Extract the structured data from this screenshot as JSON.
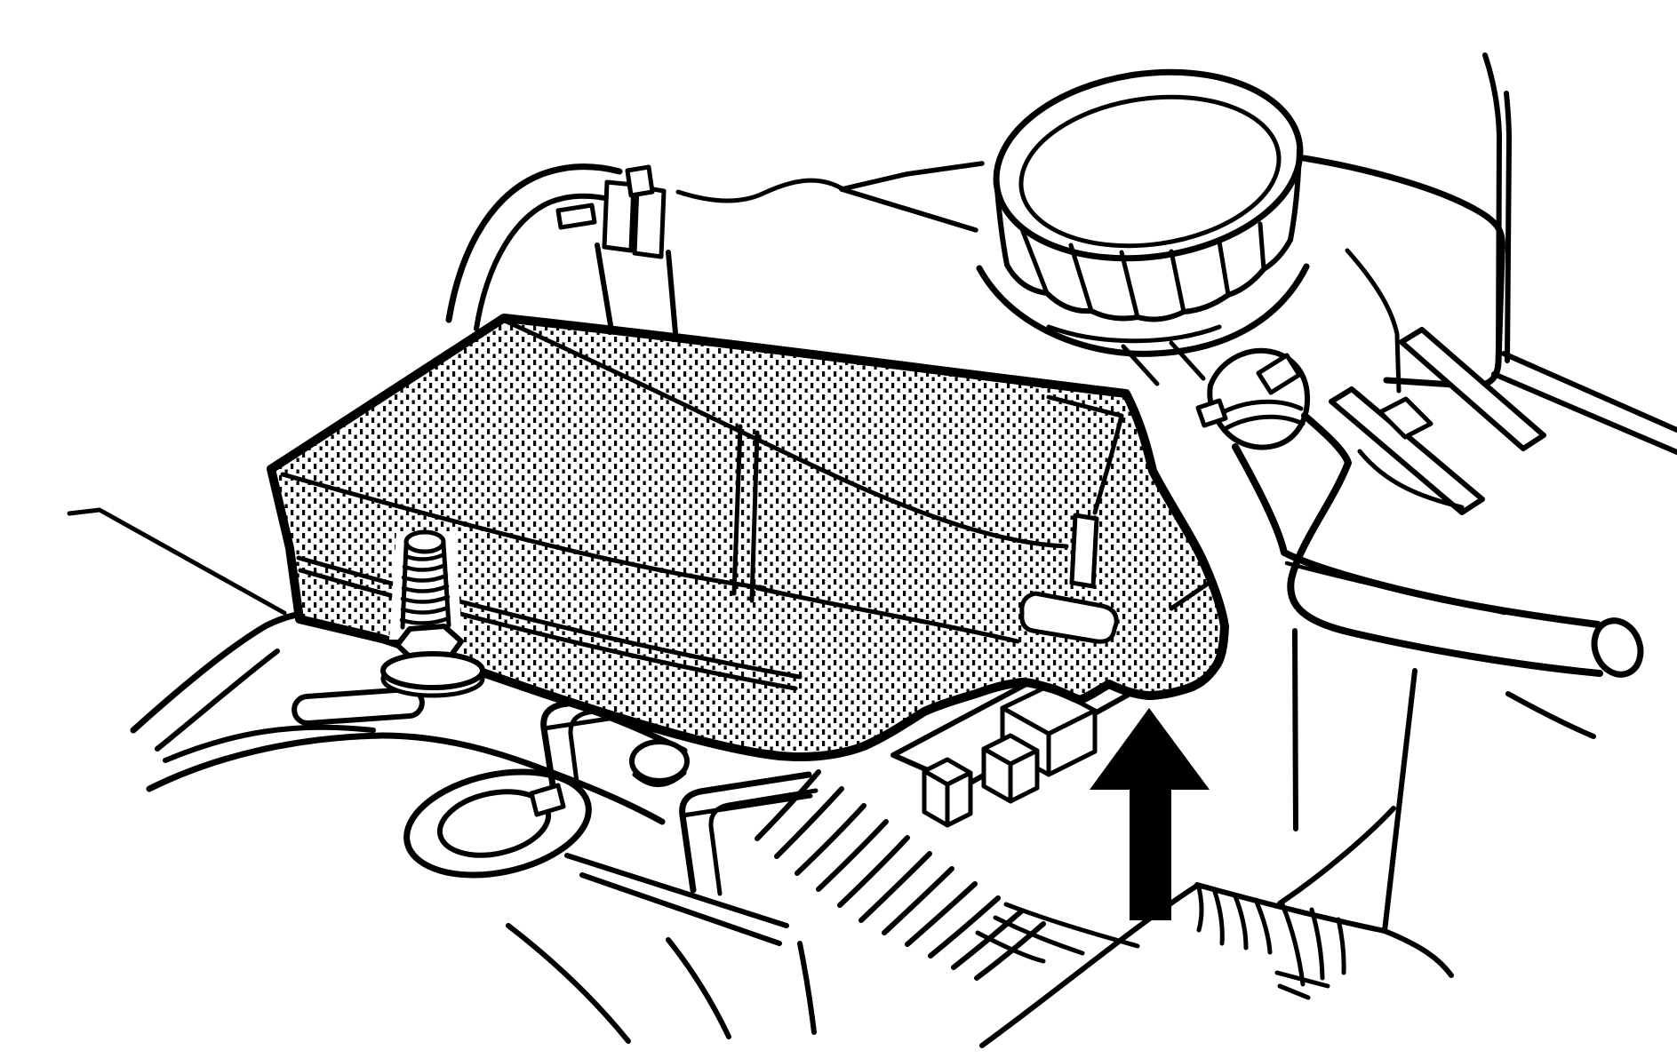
{
  "figure": {
    "type": "technical-illustration",
    "title": "Fuse and relay box cover removal",
    "description": "Black-and-white service manual line illustration of an engine compartment. A large stipple-shaded fuse and relay box cover sits over an exposed fuse block; a solid black arrow below its right corner points upward indicating the cover is lifted off. Behind it is the coolant reservoir with a ribbed knurled cap, hoses secured by clamps, a threaded mounting stud with hex nut and washer on a slotted bracket arm, a ring grommet, wiring harness connectors and a corrugated wire loom."
  },
  "palette": {
    "ink": "#000000",
    "paper": "#ffffff"
  },
  "annotations": {
    "arrow": {
      "symbol": "solid-up-arrow",
      "direction": "up",
      "meaning": "lift cover upward to remove",
      "color": "#000000"
    }
  },
  "components": [
    {
      "id": "fuse-box-cover",
      "label": "Fuse/relay box cover (stipple shaded)"
    },
    {
      "id": "removal-arrow",
      "label": "Upward removal direction arrow"
    },
    {
      "id": "reservoir-cap",
      "label": "Knurled coolant reservoir cap"
    },
    {
      "id": "coolant-reservoir",
      "label": "Coolant reservoir body"
    },
    {
      "id": "filler-hose",
      "label": "Upper reservoir hose with spring clamp"
    },
    {
      "id": "outlet-hose",
      "label": "Lower reservoir hose with clamp"
    },
    {
      "id": "mounting-stud",
      "label": "Threaded stud with hex nut and washer"
    },
    {
      "id": "bracket-arm",
      "label": "Slotted mounting bracket arm"
    },
    {
      "id": "grommet-ring",
      "label": "Ring grommet"
    },
    {
      "id": "fuse-block",
      "label": "Exposed fuse and relay block"
    },
    {
      "id": "harness-connectors",
      "label": "Wiring harness connector clips"
    },
    {
      "id": "corrugated-wire-loom",
      "label": "Corrugated wiring loom"
    },
    {
      "id": "fin-brackets",
      "label": "Blade brackets beside reservoir"
    },
    {
      "id": "engine-bay-contours",
      "label": "Surrounding engine bay outlines"
    }
  ]
}
